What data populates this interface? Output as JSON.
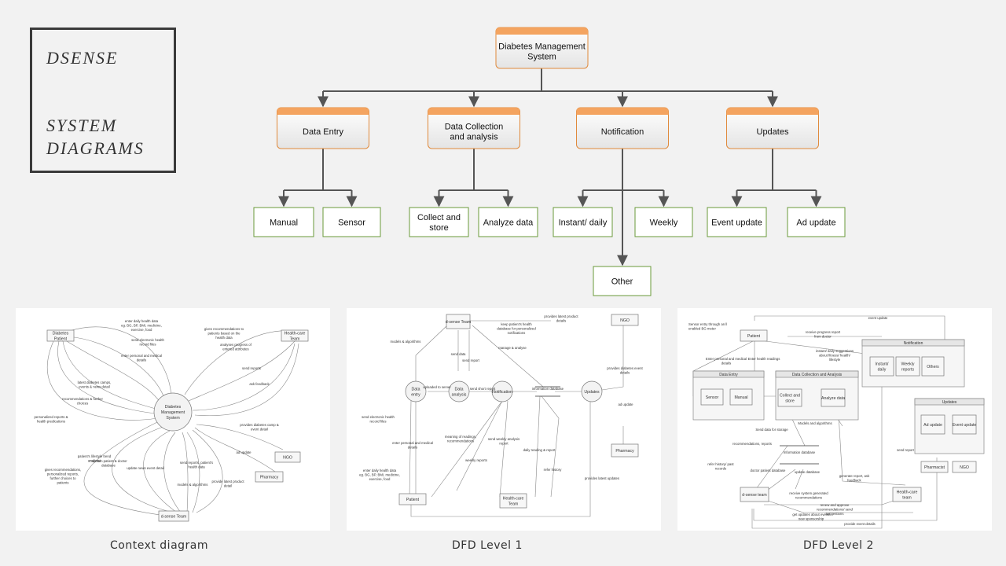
{
  "title": {
    "line1": "DSENSE",
    "line2": "SYSTEM",
    "line3": "DIAGRAMS"
  },
  "tree": {
    "root": [
      "Diabetes Management",
      "System"
    ],
    "branches": [
      {
        "label": [
          "Data Entry"
        ],
        "children": [
          [
            "Manual"
          ],
          [
            "Sensor"
          ]
        ]
      },
      {
        "label": [
          "Data Collection",
          "and analysis"
        ],
        "children": [
          [
            "Collect and",
            "store"
          ],
          [
            "Analyze data"
          ]
        ]
      },
      {
        "label": [
          "Notification"
        ],
        "children": [
          [
            "Instant/ daily"
          ],
          [
            "Weekly"
          ],
          [
            "Other"
          ]
        ]
      },
      {
        "label": [
          "Updates"
        ],
        "children": [
          [
            "Event update"
          ],
          [
            "Ad update"
          ]
        ]
      }
    ]
  },
  "colors": {
    "header_orange": "#f4a460",
    "box_border": "#e08a3c",
    "leaf_border": "#6a9a3a",
    "connector": "#555555"
  },
  "thumbnails": {
    "context": {
      "caption": "Context diagram",
      "nodes": [
        "Diabetes Patient",
        "Health-care Team",
        "Diabetes Management System",
        "NGO",
        "Pharmacy",
        "d-sense Team"
      ],
      "labels": [
        "enter daily health data eg. BG, BP, BMI, medicine, exercise, food",
        "send electronic health record files",
        "enter personal and medical details",
        "latest diabetes camps, events & news detail",
        "recommendations & further choices",
        "personalized reports & health predications",
        "gives recommendations to patients based on the health data",
        "analyses progress of entered attributes",
        "send reports",
        "ask feedback",
        "provides diabetes camp & event detail",
        "ad update",
        "patient's lifestyle trend analyzer",
        "maintain patient & doctor database",
        "update news event detail",
        "send reports, patient's health data",
        "models & algorithms",
        "provide latest product detail",
        "gives recommendations, personalized reports, further choices to patients"
      ]
    },
    "dfd1": {
      "caption": "DFD Level 1",
      "nodes": [
        "d-sense Team",
        "NGO",
        "Data entry",
        "Data analysis",
        "Notification",
        "Updates",
        "information database",
        "Pharmacy",
        "Patient",
        "Health-care Team"
      ],
      "labels": [
        "keep patient's health database for personalized notifications",
        "provides latest product details",
        "models & algorithms",
        "send data",
        "send report",
        "manage & analyse",
        "uploaded to server",
        "send short report",
        "provides diabetes event details",
        "ad update",
        "send electronic health record files",
        "enter personal and medical details",
        "meaning of readings, recommendations",
        "send weekly analysis report",
        "weekly reports",
        "daily reading & report",
        "refer history",
        "enter daily health data eg. BG, BP, BMI, medicine, exercise, food",
        "provides latest updates"
      ]
    },
    "dfd2": {
      "caption": "DFD Level 2",
      "nodes": [
        "Patient",
        "Data Entry",
        "Sensor",
        "Manual",
        "Data Collection and Analysis",
        "Collect and store",
        "Analyze data",
        "Notification",
        "Instant/ daily",
        "Weekly reports",
        "Others",
        "Updates",
        "Ad update",
        "Event update",
        "Information database",
        "Pharmacist",
        "NGO",
        "d-sense team",
        "Health-care team"
      ],
      "labels": [
        "event update",
        "Sensor entry through an ll enabled BG meter",
        "receive progress report from doctor",
        "Enter personal and medical details",
        "Enter health readings",
        "instant/ daily suggestions about fitness/ health/ lifestyle",
        "Send data for storage",
        "Models and algorithms",
        "recommendations, reports",
        "refer history/ past records",
        "doctor patient database",
        "update database",
        "generate report, ask feedback",
        "send report",
        "receive system generated recommendations",
        "renew and approve recommendations/ send suggestions",
        "get updates about event/ new sponsorship",
        "provide event details"
      ]
    }
  }
}
